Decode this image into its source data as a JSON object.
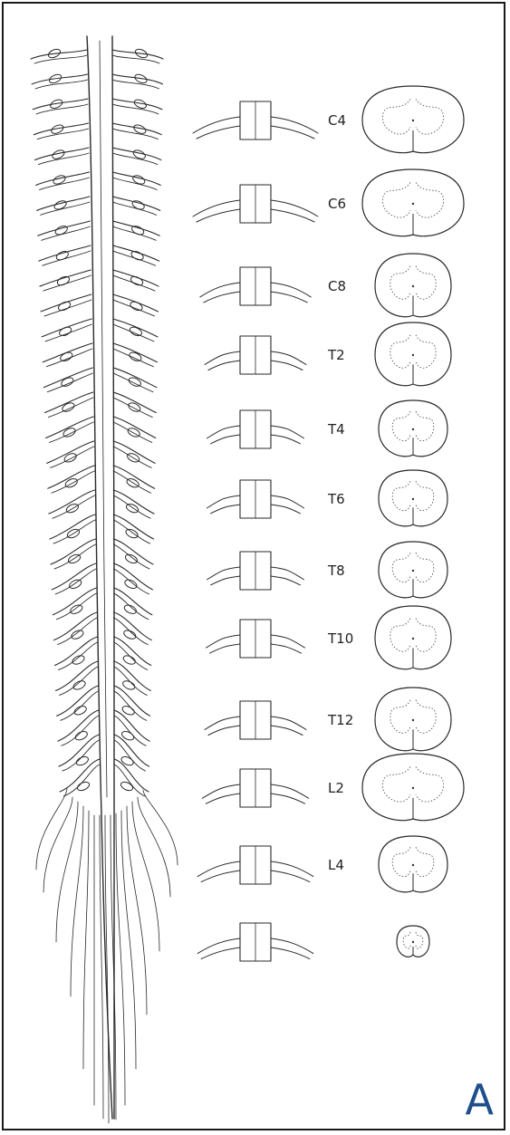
{
  "figure": {
    "panel_label": "A",
    "segments": [
      {
        "label": "C4",
        "shape": "wide-oval",
        "root_size": 1.0
      },
      {
        "label": "C6",
        "shape": "wide-oval",
        "root_size": 1.0
      },
      {
        "label": "C8",
        "shape": "round",
        "root_size": 0.85
      },
      {
        "label": "T2",
        "shape": "round",
        "root_size": 0.75
      },
      {
        "label": "T4",
        "shape": "round-small",
        "root_size": 0.7
      },
      {
        "label": "T6",
        "shape": "round-small",
        "root_size": 0.7
      },
      {
        "label": "T8",
        "shape": "round-small",
        "root_size": 0.7
      },
      {
        "label": "T10",
        "shape": "round",
        "root_size": 0.72
      },
      {
        "label": "T12",
        "shape": "round",
        "root_size": 0.75
      },
      {
        "label": "L2",
        "shape": "wide-oval",
        "root_size": 0.8
      },
      {
        "label": "L4",
        "shape": "round-small",
        "root_size": 0.9
      },
      {
        "label": "",
        "shape": "tiny",
        "root_size": 0.9
      }
    ]
  }
}
